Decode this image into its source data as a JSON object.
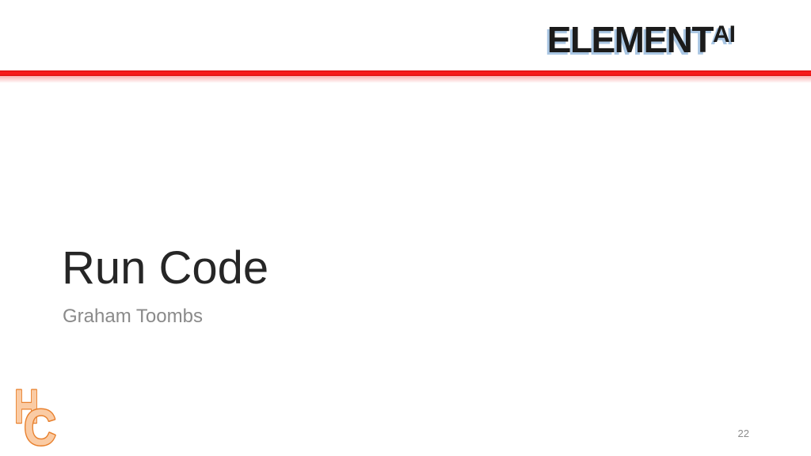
{
  "slide": {
    "brand": {
      "name": "ELEMENT",
      "superscript": "AI",
      "text_color": "#1B1B1B",
      "shadow_color": "#A9C6E3"
    },
    "divider": {
      "line_color": "#ED1C24",
      "glow_color": "#F79696"
    },
    "title": {
      "text": "Run Code",
      "color": "#262626"
    },
    "subtitle": {
      "text": "Graham Toombs",
      "color": "#8A8A8A"
    },
    "footer": {
      "logo": {
        "letter_top": "H",
        "letter_bottom": "C",
        "fill": "#FACBA4",
        "stroke": "#E8802D"
      },
      "page_number": "22",
      "page_number_color": "#8C8C8C"
    },
    "background": "#FFFFFF"
  }
}
